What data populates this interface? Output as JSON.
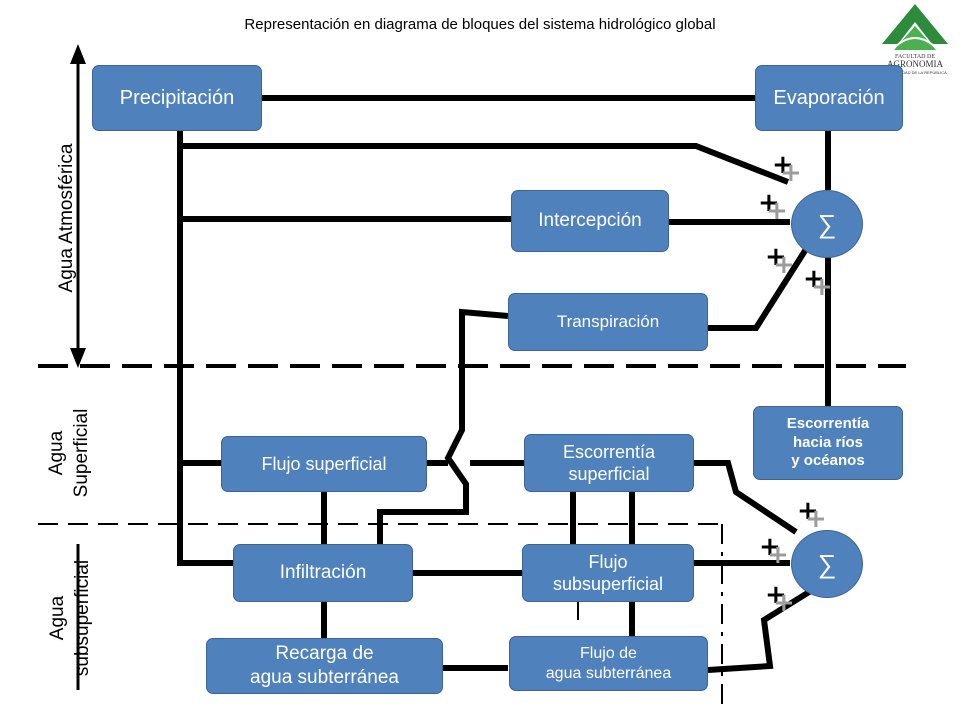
{
  "title": "Representación en diagrama de bloques del sistema hidrológico global",
  "logo": {
    "line1": "FACULTAD DE",
    "line2": "AGRONOMIA",
    "line3": "UNIVERSIDAD DE LA REPÚBLICA",
    "color": "#2e8b3c"
  },
  "zones": {
    "atmosferica": "Agua Atmosférica",
    "superficial": "Agua\nSuperficial",
    "subsuperficial": "Agua\nsubsuperficial"
  },
  "boxes": {
    "precipitacion": "Precipitación",
    "evaporacion": "Evaporación",
    "intercepcion": "Intercepción",
    "transpiracion": "Transpiración",
    "flujo_superficial": "Flujo superficial",
    "escorrentia_superficial": "Escorrentía\nsuperficial",
    "escorrentia_rios": "Escorrentía\nhacia ríos\ny océanos",
    "infiltracion": "Infiltración",
    "flujo_subsuperficial": "Flujo\nsubsuperficial",
    "recarga": "Recarga de\nagua subterránea",
    "flujo_subterranea": "Flujo de\nagua subterránea"
  },
  "sum_symbol": "∑",
  "plus_symbol": "+",
  "colors": {
    "box": "#4f81bd",
    "line": "#000000",
    "plus_shadow": "#9c9c9c"
  }
}
